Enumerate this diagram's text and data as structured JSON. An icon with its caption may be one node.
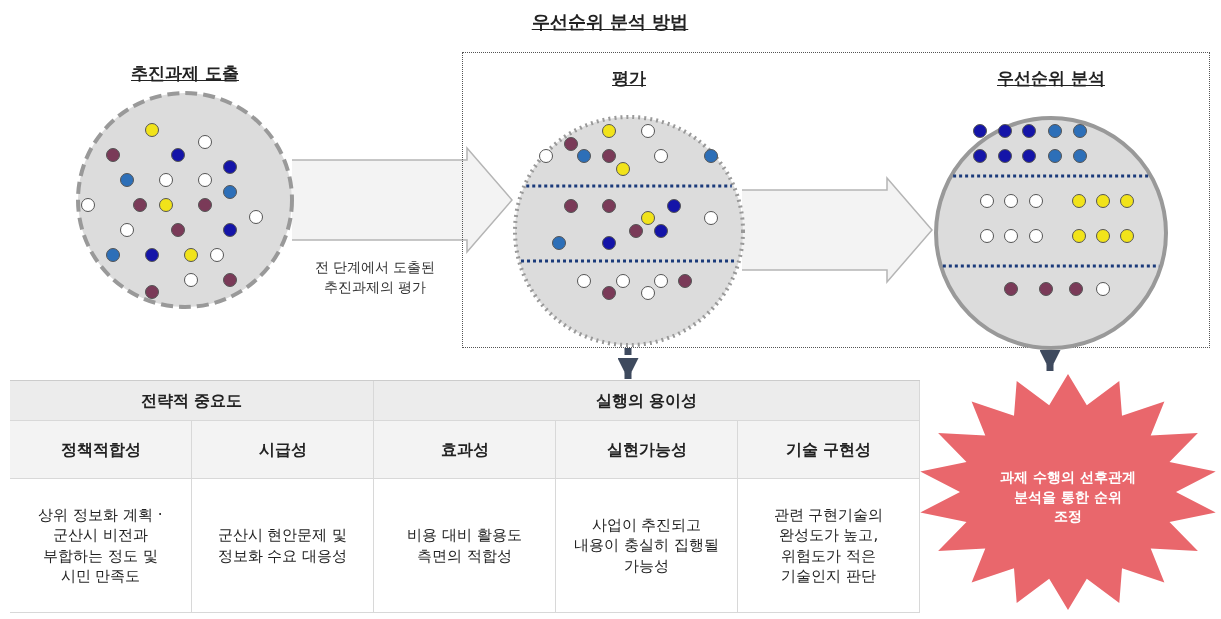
{
  "diagram": {
    "title": "우선순위 분석 방법",
    "nodes": [
      {
        "text": [
          "추진과제 도출"
        ]
      },
      {
        "text": [],
        "shape": "box"
      },
      {
        "text": [
          "평가"
        ],
        "in": 1
      },
      {
        "text": [
          "우선순위 분석"
        ],
        "in": 1
      },
      {
        "text": [
          "전략적 중요도",
          "실행의 용이성",
          "정책적합성",
          "시급성",
          "효과성",
          "실현가능성",
          "기술 구현성",
          "상위 정보화 계획 · 군산시 비전과 부합하는 정도 및 시민 만족도",
          "군산시 현안문제 및 정보화 수요 대응성",
          "비용 대비 활용도 측면의 적합성",
          "사업이 추진되고 내용이 충실히 집행될 가능성",
          "관련 구현기술의 완성도가 높고, 위험도가 적은 기술인지 판단"
        ]
      },
      {
        "text": [
          "과제 수행의 선후관계 분석을 통한 순위 조정"
        ]
      }
    ],
    "edges": [
      {
        "from": 0,
        "to": 2,
        "arrow": "to"
      },
      {
        "from": 2,
        "to": 3,
        "arrow": "to"
      },
      {
        "from": 2,
        "to": 4,
        "arrow": "to",
        "style": "dashed"
      },
      {
        "from": 3,
        "to": 5,
        "arrow": "to",
        "style": "dashed"
      }
    ],
    "labels": [
      "전 단계에서 도출된 추진과제의 평가"
    ]
  }
}
